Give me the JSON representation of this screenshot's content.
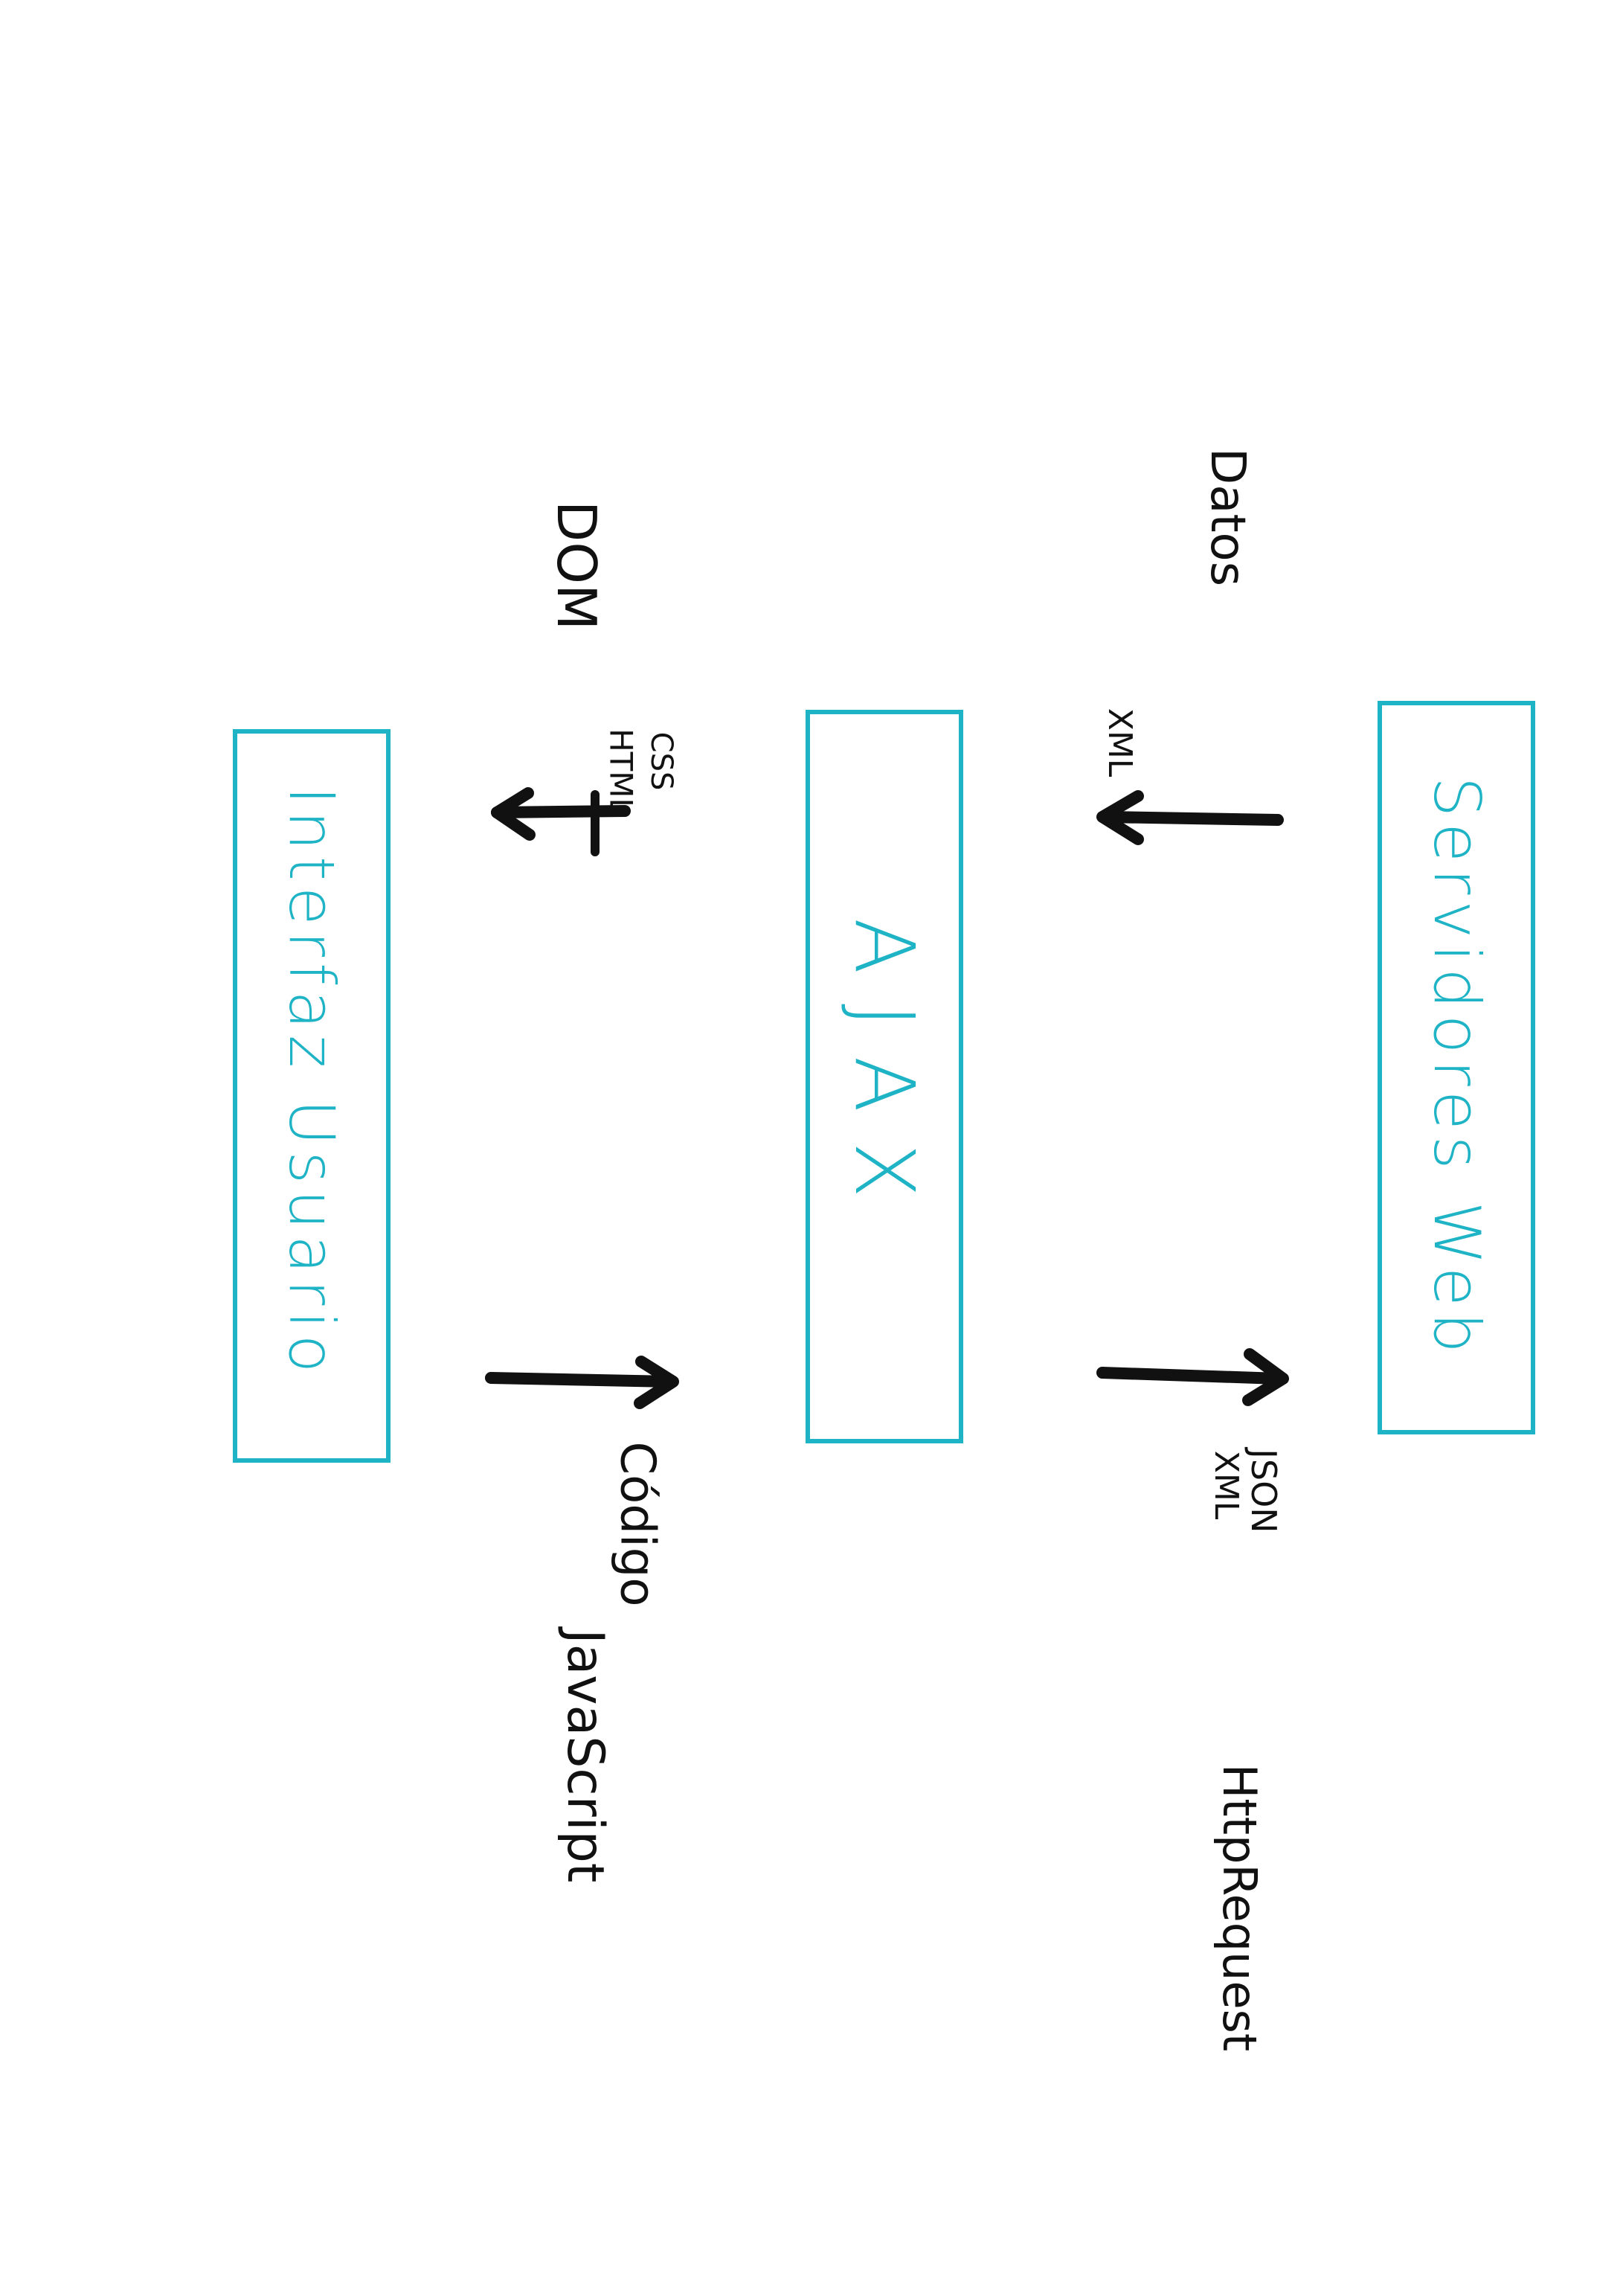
{
  "boxes": {
    "servidores": "Servidores Web",
    "ajax": "AJAX",
    "interfaz": "Interfaz Usuario"
  },
  "labels": {
    "datos": "Datos",
    "xml_top": "XML",
    "json": "JSON",
    "xml_bottom": "XML",
    "http_request": "HttpRequest",
    "dom": "DOM",
    "css": "CSS",
    "html": "HTML",
    "codigo": "Código",
    "javascript": "JavaScript"
  },
  "colors": {
    "accent": "#1fb3c6",
    "ink": "#111111"
  }
}
